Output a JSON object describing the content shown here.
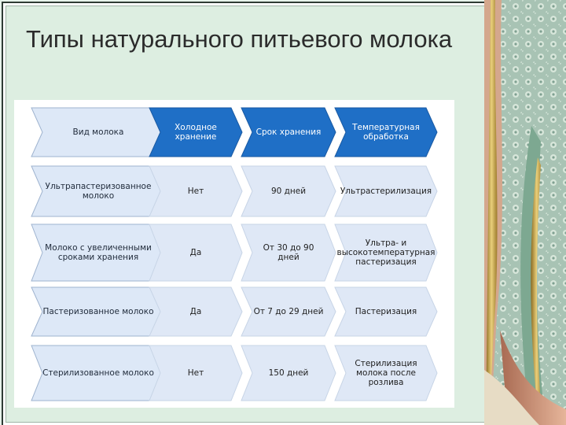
{
  "title": "Типы натурального питьевого молока",
  "colors": {
    "header_blue": "#1f6fc6",
    "row_blue_light": "#dfe8f6",
    "first_col_fill": "#dde8f7",
    "slide_background": "#ddeee1"
  },
  "table": {
    "headers": [
      "Вид молока",
      "Холодное хранение",
      "Срок хранения",
      "Температурная обработка"
    ],
    "rows": [
      [
        "Ультрапастеризованное молоко",
        "Нет",
        "90 дней",
        "Ультрастерилизация"
      ],
      [
        "Молоко с увеличенными сроками хранения",
        "Да",
        "От 30 до 90 дней",
        "Ультра- и высокотемпературная пастеризация"
      ],
      [
        "Пастеризованное молоко",
        "Да",
        "От 7 до 29 дней",
        "Пастеризация"
      ],
      [
        "Стерилизованное молоко",
        "Нет",
        "150 дней",
        "Стерилизация молока после розлива"
      ]
    ]
  }
}
